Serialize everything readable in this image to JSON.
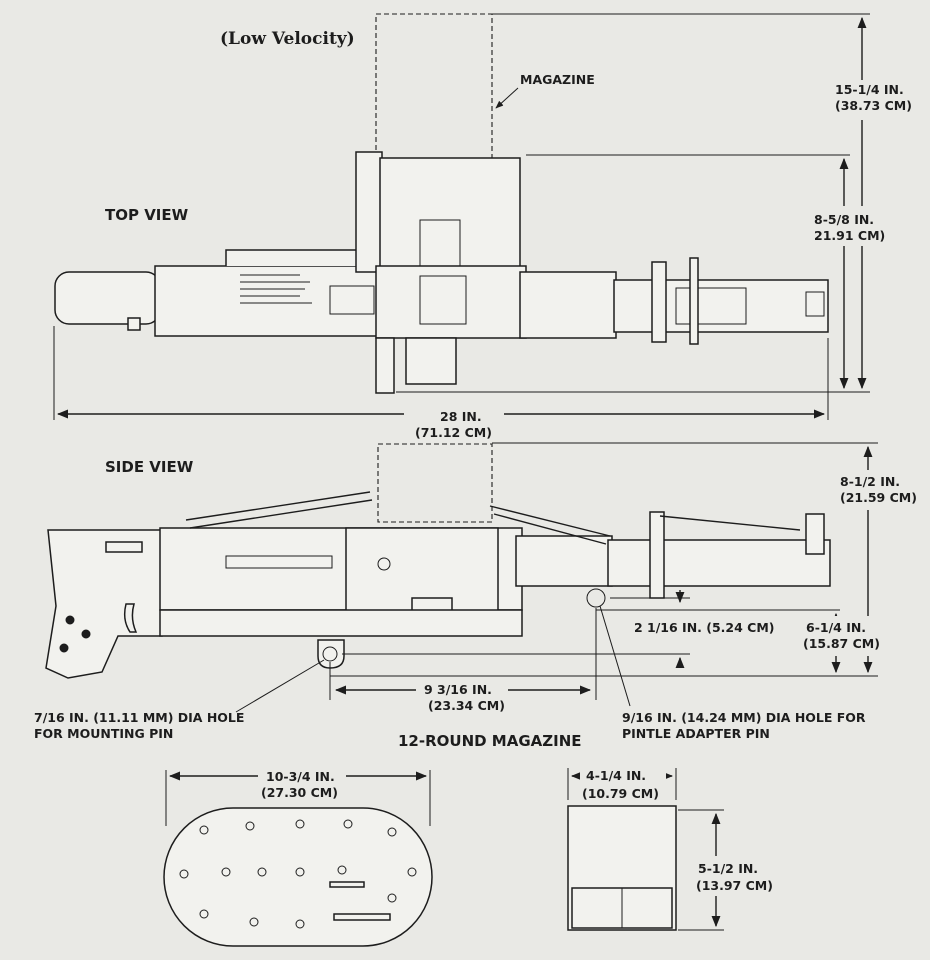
{
  "title": "(Low Velocity)",
  "magazine_label": "MAGAZINE",
  "top_view": {
    "label": "TOP VIEW",
    "height_total": [
      "15-1/4 IN.",
      "(38.73 CM)"
    ],
    "height_gun": [
      "8-5/8 IN.",
      "21.91 CM)"
    ],
    "length": [
      "28 IN.",
      "(71.12 CM)"
    ]
  },
  "side_view": {
    "label": "SIDE VIEW",
    "height_total": [
      "8-1/2 IN.",
      "(21.59 CM)"
    ],
    "height_pintle": [
      "6-1/4 IN.",
      "(15.87 CM)"
    ],
    "pintle_offset": "2 1/16 IN. (5.24 CM)",
    "hole_spacing": [
      "9 3/16 IN.",
      "(23.34 CM)"
    ],
    "mount_hole": [
      "7/16 IN. (11.11 MM) DIA HOLE",
      "FOR MOUNTING PIN"
    ],
    "pintle_hole": [
      "9/16 IN. (14.24 MM) DIA HOLE FOR",
      "PINTLE ADAPTER PIN"
    ]
  },
  "magazine": {
    "label": "12-ROUND MAGAZINE",
    "width": [
      "10-3/4 IN.",
      "(27.30 CM)"
    ],
    "depth": [
      "4-1/4 IN.",
      "(10.79 CM)"
    ],
    "height": [
      "5-1/2 IN.",
      "(13.97 CM)"
    ]
  },
  "colors": {
    "ink": "#1d1d1d",
    "paper": "#e9e9e5"
  }
}
